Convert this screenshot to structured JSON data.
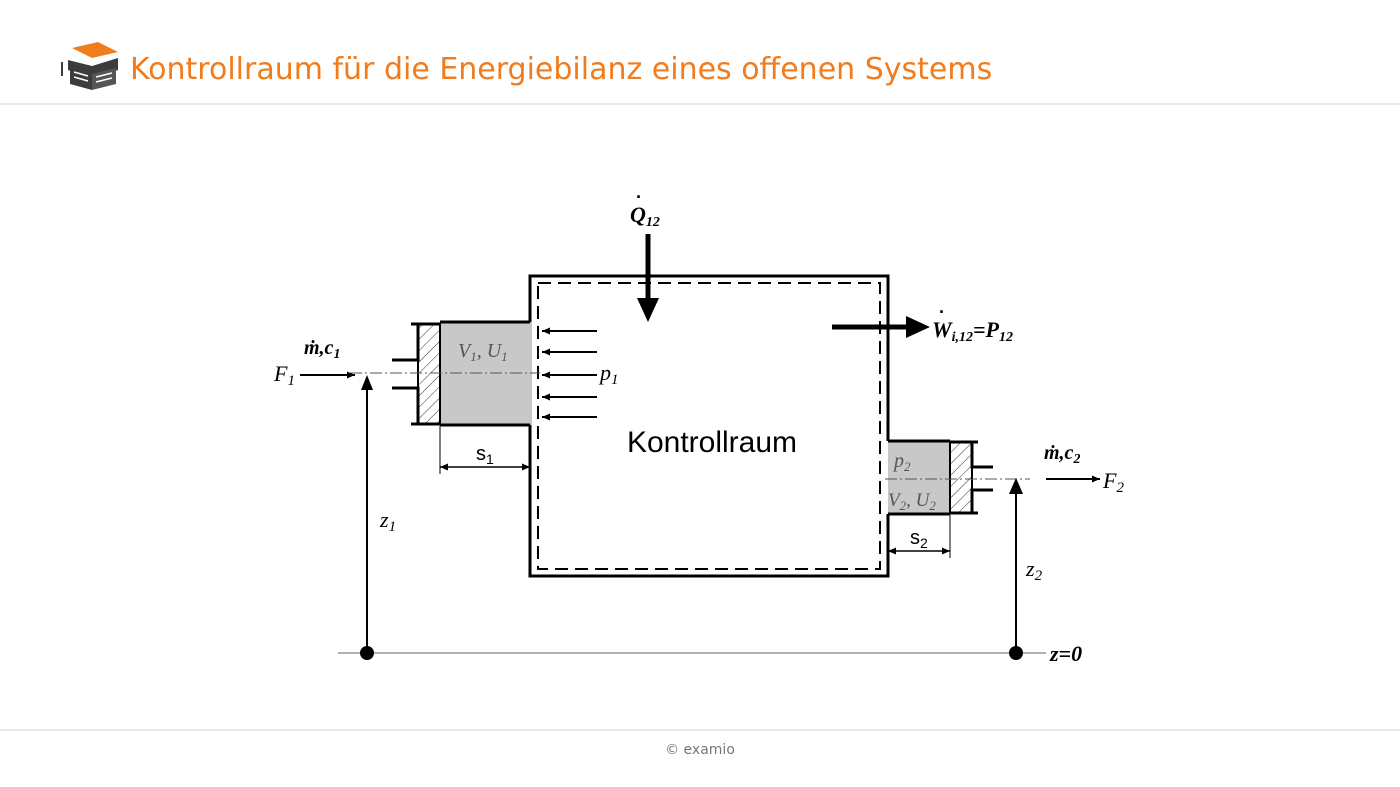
{
  "header": {
    "title": "Kontrollraum für die Energiebilanz eines offenen Systems",
    "logo_icon": "graduation-cap-book-icon",
    "accent_color": "#f07c1e"
  },
  "diagram": {
    "heat_flow": {
      "symbol": "Q",
      "sub": "12"
    },
    "work": {
      "symbol": "W",
      "sub": "i,12",
      "eq": "=P",
      "eq_sub": "12"
    },
    "inlet": {
      "mass": "ṁ,c",
      "mass_sub": "1",
      "force": "F",
      "force_sub": "1",
      "vol": "V",
      "vol_sub": "1",
      "energy": "U",
      "energy_sub": "1",
      "pressure": "p",
      "pressure_sub": "1",
      "stroke": "s",
      "stroke_sub": "1",
      "height": "z",
      "height_sub": "1"
    },
    "outlet": {
      "mass": "ṁ,c",
      "mass_sub": "2",
      "force": "F",
      "force_sub": "2",
      "vol": "V",
      "vol_sub": "2",
      "energy": "U",
      "energy_sub": "2",
      "pressure": "p",
      "pressure_sub": "2",
      "stroke": "s",
      "stroke_sub": "2",
      "height": "z",
      "height_sub": "2"
    },
    "center_label": "Kontrollraum",
    "ground_label": "z=0"
  },
  "footer": {
    "copyright": "© examio"
  }
}
